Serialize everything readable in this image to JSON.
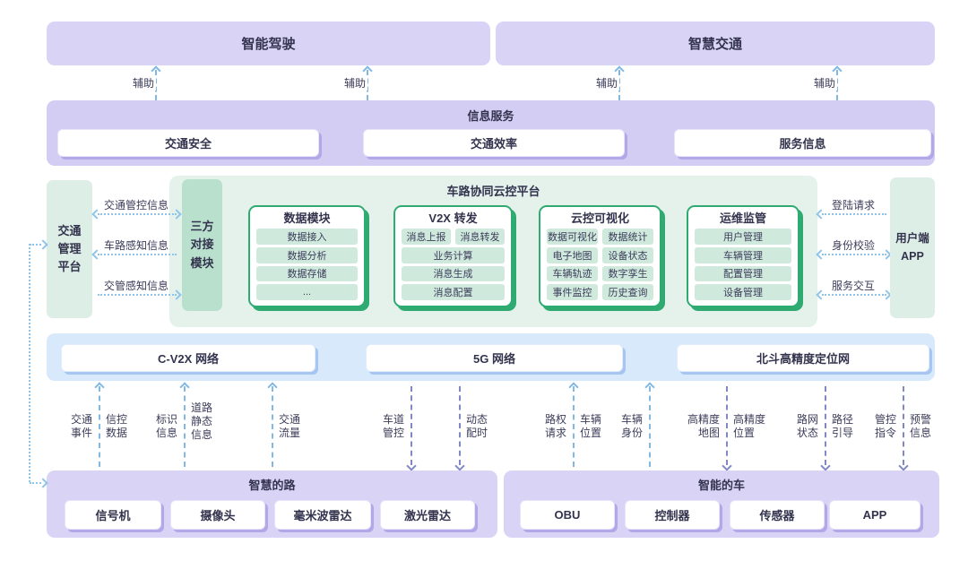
{
  "colors": {
    "lavender": "#d9d3f6",
    "lavender_band": "#d4cdf3",
    "purple_shadow": "#b3a7e8",
    "mint_container": "#e5f2ec",
    "mint_box": "#ddeee6",
    "mint_dark": "#b9e0cd",
    "green_accent": "#2fab72",
    "pill_green": "#cfe9dc",
    "blue_band": "#d8e9fb",
    "blue_shadow": "#a6c5f0",
    "arrow_blue": "#82b9e2",
    "arrow_purple": "#8089c6",
    "text": "#33334e"
  },
  "top": {
    "driving": "智能驾驶",
    "traffic": "智慧交通",
    "assist": "辅助"
  },
  "info": {
    "title": "信息服务",
    "items": [
      "交通安全",
      "交通效率",
      "服务信息"
    ]
  },
  "platform": {
    "title": "车路协同云控平台",
    "left_box": "交通\n管理\n平台",
    "third_party": "三方\n对接\n模块",
    "right_box": "用户端\nAPP",
    "left_links": [
      {
        "label": "交通管控信息",
        "dir": "both"
      },
      {
        "label": "车路感知信息",
        "dir": "left"
      },
      {
        "label": "交管感知信息",
        "dir": "right"
      }
    ],
    "right_links": [
      {
        "label": "登陆请求",
        "dir": "left"
      },
      {
        "label": "身份校验",
        "dir": "both"
      },
      {
        "label": "服务交互",
        "dir": "both"
      }
    ],
    "modules": [
      {
        "title": "数据模块",
        "rows": [
          [
            "数据接入"
          ],
          [
            "数据分析"
          ],
          [
            "数据存储"
          ],
          [
            "..."
          ]
        ]
      },
      {
        "title": "V2X 转发",
        "rows": [
          [
            "消息上报",
            "消息转发"
          ],
          [
            "业务计算"
          ],
          [
            "消息生成"
          ],
          [
            "消息配置"
          ]
        ]
      },
      {
        "title": "云控可视化",
        "rows": [
          [
            "数据可视化",
            "数据统计"
          ],
          [
            "电子地图",
            "设备状态"
          ],
          [
            "车辆轨迹",
            "数字孪生"
          ],
          [
            "事件监控",
            "历史查询"
          ]
        ]
      },
      {
        "title": "运维监管",
        "rows": [
          [
            "用户管理"
          ],
          [
            "车辆管理"
          ],
          [
            "配置管理"
          ],
          [
            "设备管理"
          ]
        ]
      }
    ]
  },
  "network": {
    "items": [
      "C-V2X 网络",
      "5G 网络",
      "北斗高精度定位网"
    ]
  },
  "flows": [
    {
      "dir": "up",
      "left": "交通\n事件",
      "right": "信控\n数据"
    },
    {
      "dir": "up",
      "left": "标识\n信息",
      "right": "道路\n静态\n信息"
    },
    {
      "dir": "up",
      "right": "交通\n流量"
    },
    {
      "dir": "down",
      "left": "车道\n管控"
    },
    {
      "dir": "down",
      "right": "动态\n配时"
    },
    {
      "dir": "up",
      "left": "路权\n请求",
      "right": "车辆\n位置"
    },
    {
      "dir": "up",
      "left": "车辆\n身份"
    },
    {
      "dir": "down",
      "left": "高精度\n地图",
      "right": "高精度\n位置"
    },
    {
      "dir": "down",
      "left": "路网\n状态",
      "right": "路径\n引导"
    },
    {
      "dir": "down",
      "left": "管控\n指令",
      "right": "预警\n信息"
    }
  ],
  "road": {
    "title": "智慧的路",
    "items": [
      "信号机",
      "摄像头",
      "毫米波雷达",
      "激光雷达"
    ]
  },
  "vehicle": {
    "title": "智能的车",
    "items": [
      "OBU",
      "控制器",
      "传感器",
      "APP"
    ]
  }
}
